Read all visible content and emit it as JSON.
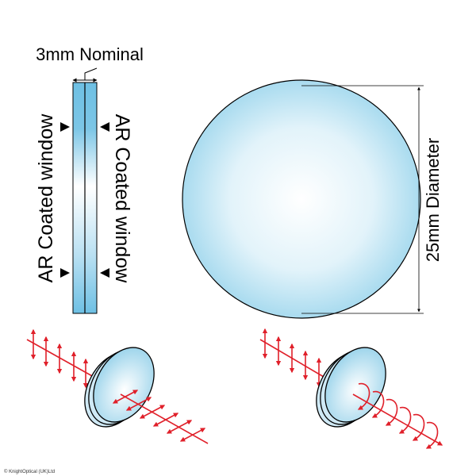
{
  "labels": {
    "thickness": "3mm Nominal",
    "coating_left": "AR Coated window",
    "coating_right": "AR Coated window",
    "diameter": "25mm Diameter",
    "copyright": "© KnightOptical (UK)Ltd"
  },
  "colors": {
    "glass_edge": "#6ec0e4",
    "glass_center": "#ffffff",
    "disc_outer": "#a9dbef",
    "beam": "#e0202a",
    "line": "#000000"
  }
}
